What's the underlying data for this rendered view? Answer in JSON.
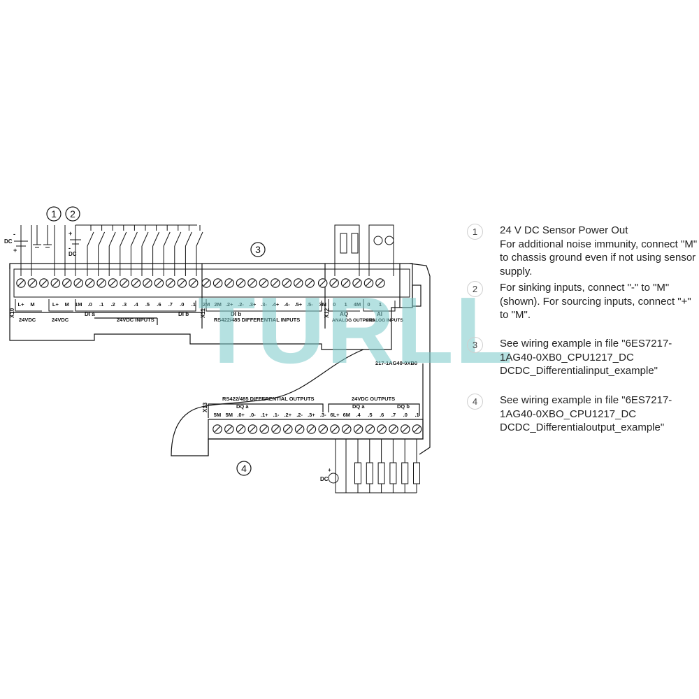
{
  "watermark": "TURLL",
  "callouts": {
    "c1": "1",
    "c2": "2",
    "c3": "3",
    "c4": "4"
  },
  "upper_terminals": [
    "L+",
    "M",
    "",
    "L+",
    "M",
    "1M",
    ".0",
    ".1",
    ".2",
    ".3",
    ".4",
    ".5",
    ".6",
    ".7",
    ".0",
    ".1",
    "2M",
    "2M",
    ".2+",
    ".2-",
    ".3+",
    ".3-",
    ".4+",
    ".4-",
    ".5+",
    ".5-",
    "3M",
    "0",
    "1",
    "4M",
    "0",
    "1"
  ],
  "lower_terminals": [
    "5M",
    "5M",
    ".0+",
    ".0-",
    ".1+",
    ".1-",
    ".2+",
    ".2-",
    ".3+",
    ".3-",
    "6L+",
    "6M",
    ".4",
    ".5",
    ".6",
    ".7",
    ".0",
    ".1"
  ],
  "labels": {
    "x10": "X10",
    "x11": "X11",
    "x12": "X12",
    "x13": "X13",
    "v24_a": "24VDC",
    "v24_b": "24VDC",
    "dia": "DI a",
    "dib": "DI b",
    "inputs24": "24VDC INPUTS",
    "dib2": "DI b",
    "rs_in": "RS422/485 DIFFERENTIAL INPUTS",
    "aq": "AQ",
    "ai": "AI",
    "analog_out": "ANALOG OUTPUTS",
    "analog_in": "ANALOG INPUTS",
    "part": "217-1AG40-0XB0",
    "rs_out": "RS422/485 DIFFERENTIAL OUTPUTS",
    "out24": "24VDC OUTPUTS",
    "dqa": "DQ a",
    "dqa2": "DQ a",
    "dqb": "DQ b",
    "dc_left": "DC",
    "dc_mid": "DC",
    "dc_bot": "DC",
    "minus": "-",
    "plus": "+"
  },
  "notes": [
    {
      "num": "1",
      "text": "24 V DC Sensor Power Out\nFor additional noise immunity, connect \"M\" to chassis ground even if not using sensor supply."
    },
    {
      "num": "2",
      "text": "For sinking inputs, connect \"-\" to \"M\" (shown). For sourcing inputs, connect \"+\" to \"M\"."
    },
    {
      "num": "3",
      "text": "See wiring example in file \"6ES7217-1AG40-0XB0_CPU1217_DC DCDC_Differentialinput_example\""
    },
    {
      "num": "4",
      "text": "See wiring example in file \"6ES7217-1AG40-0XBO_CPU1217_DC DCDC_Differentialoutput_example\""
    }
  ]
}
